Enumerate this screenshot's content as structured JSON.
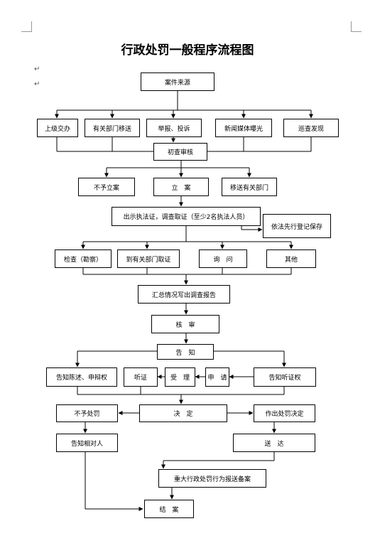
{
  "title": "行政处罚一般程序流程图",
  "paragraph_mark": "↵",
  "nodes": {
    "source": "案件来源",
    "superior": "上级交办",
    "transfer": "有关部门移送",
    "report": "举报、投诉",
    "media": "新闻媒体曝光",
    "patrol": "巡查发现",
    "initial_check": "初查审核",
    "no_case": "不予立案",
    "file_case": "立　案",
    "transfer_dept": "移送有关部门",
    "investigate": "出示执法证，调查取证（至少2名执法人员）",
    "preserve": "依法先行登记保存",
    "inspect": "检查（勘察）",
    "dept_evidence": "到有关部门取证",
    "inquiry": "询　问",
    "other": "其他",
    "summary": "汇总情况写出调查报告",
    "review": "核　审",
    "notify": "告　知",
    "notify_statement": "告知陈述、申辩权",
    "hearing": "听证",
    "accept": "受　理",
    "apply": "申　请",
    "notify_hearing": "告知听证权",
    "no_penalty": "不予处罚",
    "decide": "决　定",
    "make_decision": "作出处罚决定",
    "notify_party": "告知相对人",
    "deliver": "送　达",
    "major_record": "重大行政处罚行为报送备案",
    "close_case": "结　案"
  }
}
